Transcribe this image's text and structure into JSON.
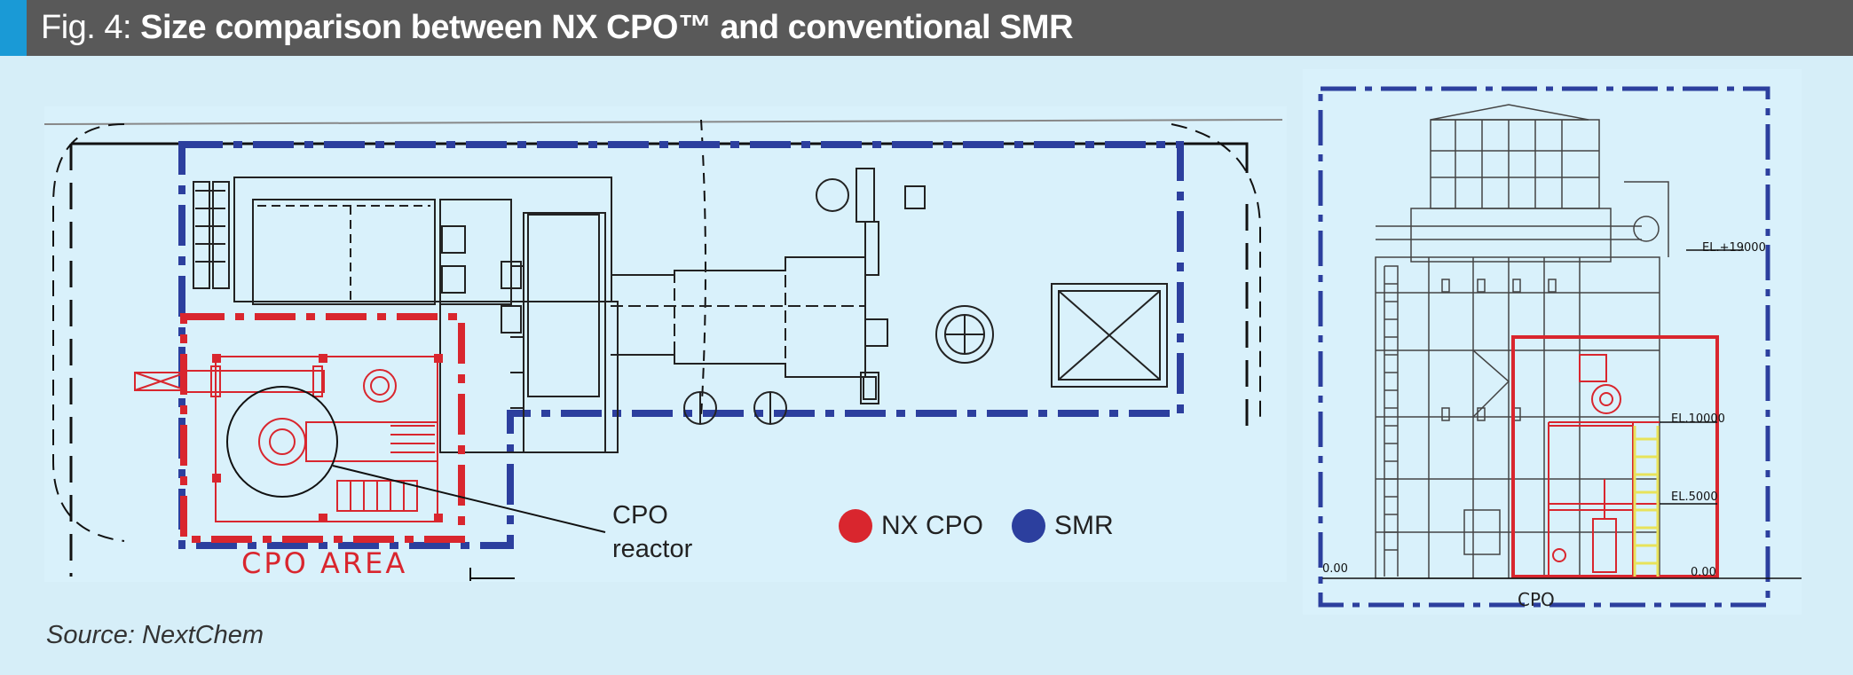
{
  "header": {
    "prefix": "Fig. 4: ",
    "title": "Size comparison between NX CPO™ and conventional SMR",
    "bar_color": "#595959",
    "accent_color": "#1a9ad6"
  },
  "plan_view": {
    "area_label": "CPO AREA",
    "callout": {
      "line1": "CPO",
      "line2": "reactor"
    }
  },
  "legend": [
    {
      "label": "NX CPO",
      "color": "#d9262e"
    },
    {
      "label": "SMR",
      "color": "#2c3f9e"
    }
  ],
  "elevation_view": {
    "labels": {
      "el_19000": "EL.+19000",
      "el_10000": "EL.10000",
      "el_5000": "EL.5000",
      "zero_left": "0.00",
      "zero_right": "0.00",
      "cpo": "CPO"
    }
  },
  "source": "Source: NextChem"
}
